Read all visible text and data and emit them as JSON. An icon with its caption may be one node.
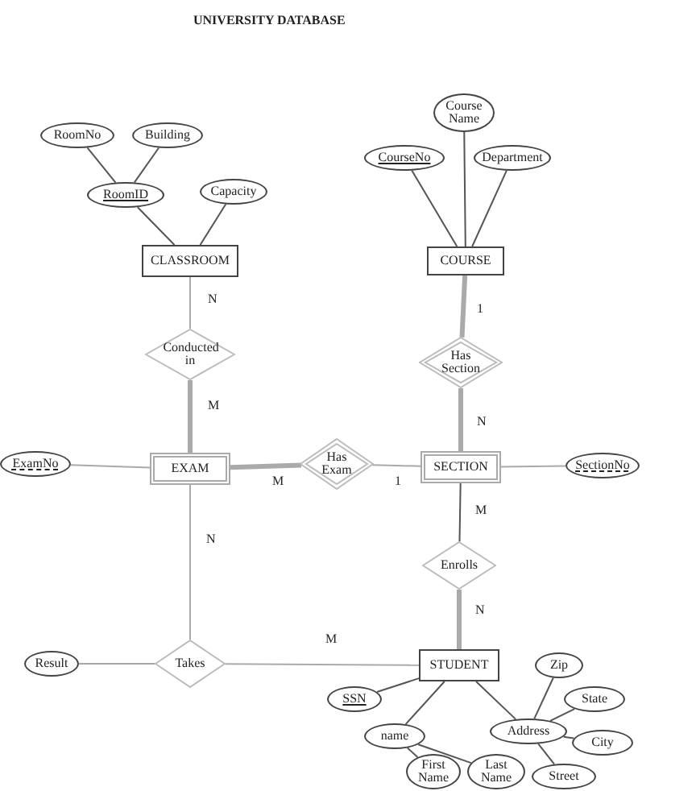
{
  "diagram": {
    "title": "UNIVERSITY DATABASE",
    "nodes": [
      {
        "text": [
          "CLASSROOM"
        ]
      },
      {
        "text": [
          "RoomNo"
        ]
      },
      {
        "text": [
          "Building"
        ]
      },
      {
        "text": [
          "RoomID"
        ]
      },
      {
        "text": [
          "Capacity"
        ]
      },
      {
        "text": [
          "COURSE"
        ]
      },
      {
        "text": [
          "Course Name"
        ]
      },
      {
        "text": [
          "CourseNo"
        ]
      },
      {
        "text": [
          "Department"
        ]
      },
      {
        "text": [
          "Conducted in"
        ]
      },
      {
        "text": [
          "Has Section"
        ]
      },
      {
        "text": [
          "EXAM"
        ]
      },
      {
        "text": [
          "ExamNo"
        ]
      },
      {
        "text": [
          "Has Exam"
        ]
      },
      {
        "text": [
          "SECTION"
        ]
      },
      {
        "text": [
          "SectionNo"
        ]
      },
      {
        "text": [
          "Enrolls"
        ]
      },
      {
        "text": [
          "Takes"
        ]
      },
      {
        "text": [
          "Result"
        ]
      },
      {
        "text": [
          "STUDENT"
        ]
      },
      {
        "text": [
          "SSN"
        ]
      },
      {
        "text": [
          "Zip"
        ]
      },
      {
        "text": [
          "State"
        ]
      },
      {
        "text": [
          "Address"
        ]
      },
      {
        "text": [
          "City"
        ]
      },
      {
        "text": [
          "name"
        ]
      },
      {
        "text": [
          "First Name"
        ]
      },
      {
        "text": [
          "Last Name"
        ]
      },
      {
        "text": [
          "Street"
        ]
      }
    ],
    "edges": [
      {
        "from": 1,
        "to": 3,
        "arrow": "none"
      },
      {
        "from": 2,
        "to": 3,
        "arrow": "none"
      },
      {
        "from": 3,
        "to": 0,
        "arrow": "none"
      },
      {
        "from": 4,
        "to": 0,
        "arrow": "none"
      },
      {
        "from": 6,
        "to": 5,
        "arrow": "none"
      },
      {
        "from": 7,
        "to": 5,
        "arrow": "none"
      },
      {
        "from": 8,
        "to": 5,
        "arrow": "none"
      },
      {
        "from": 0,
        "to": 9,
        "arrow": "none",
        "label": "N",
        "color": "#aaaaaa"
      },
      {
        "from": 9,
        "to": 11,
        "arrow": "none",
        "label": "M",
        "style": "thick",
        "color": "#aaaaaa"
      },
      {
        "from": 5,
        "to": 10,
        "arrow": "none",
        "label": "1",
        "style": "thick",
        "color": "#aaaaaa"
      },
      {
        "from": 10,
        "to": 14,
        "arrow": "none",
        "label": "N",
        "style": "thick",
        "color": "#aaaaaa"
      },
      {
        "from": 12,
        "to": 11,
        "arrow": "none",
        "color": "#aaaaaa"
      },
      {
        "from": 11,
        "to": 13,
        "arrow": "none",
        "label": "M",
        "style": "thick",
        "color": "#aaaaaa"
      },
      {
        "from": 13,
        "to": 14,
        "arrow": "none",
        "label": "1",
        "color": "#aaaaaa"
      },
      {
        "from": 14,
        "to": 15,
        "arrow": "none",
        "color": "#aaaaaa"
      },
      {
        "from": 14,
        "to": 16,
        "arrow": "none",
        "label": "M"
      },
      {
        "from": 16,
        "to": 19,
        "arrow": "none",
        "label": "N",
        "style": "thick",
        "color": "#aaaaaa"
      },
      {
        "from": 11,
        "to": 17,
        "arrow": "none",
        "label": "N",
        "color": "#aaaaaa"
      },
      {
        "from": 18,
        "to": 17,
        "arrow": "none",
        "color": "#aaaaaa"
      },
      {
        "from": 17,
        "to": 19,
        "arrow": "none",
        "label": "M",
        "color": "#aaaaaa"
      },
      {
        "from": 19,
        "to": 20,
        "arrow": "none"
      },
      {
        "from": 19,
        "to": 25,
        "arrow": "none"
      },
      {
        "from": 19,
        "to": 23,
        "arrow": "none"
      },
      {
        "from": 25,
        "to": 26,
        "arrow": "none"
      },
      {
        "from": 25,
        "to": 27,
        "arrow": "none"
      },
      {
        "from": 23,
        "to": 21,
        "arrow": "none"
      },
      {
        "from": 23,
        "to": 22,
        "arrow": "none"
      },
      {
        "from": 23,
        "to": 24,
        "arrow": "none"
      },
      {
        "from": 23,
        "to": 28,
        "arrow": "none"
      }
    ]
  }
}
